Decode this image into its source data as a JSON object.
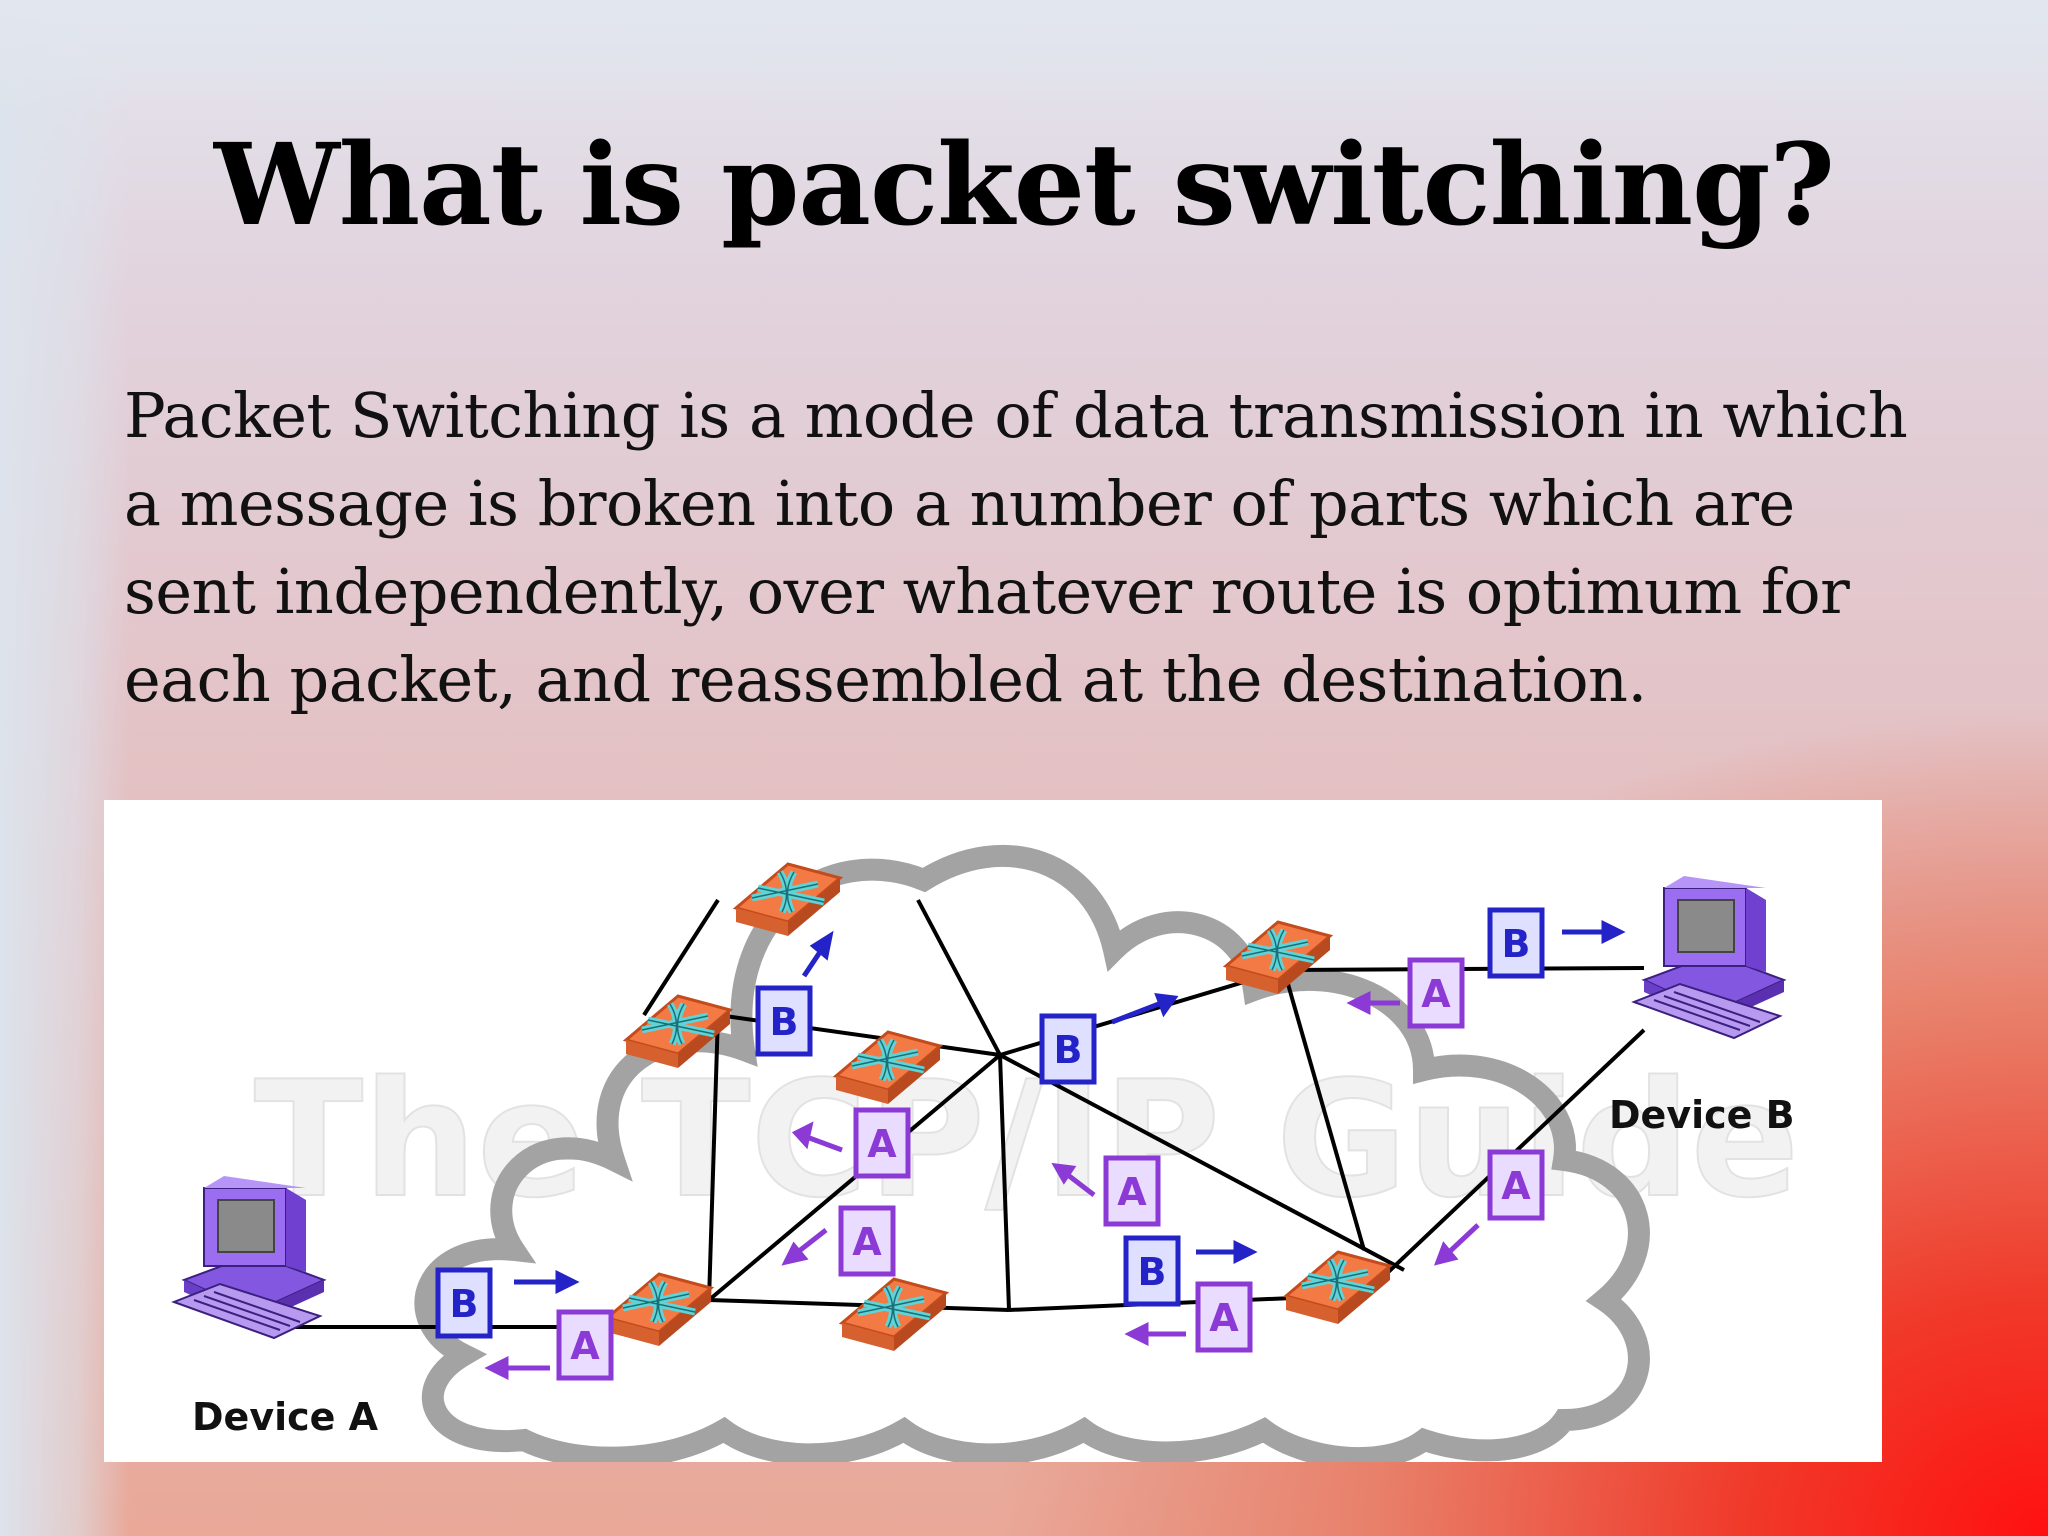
{
  "slide": {
    "title": "What is packet switching?",
    "body_lines": [
      "Packet Switching is a mode of data transmission in which",
      "a message is broken into a number of parts which are",
      "sent independently, over whatever route is optimum for",
      "each packet, and reassembled at the destination."
    ]
  },
  "diagram": {
    "watermark": "The TCP/IP Guide",
    "device_a_label": "Device A",
    "device_b_label": "Device B",
    "packet_a_label": "A",
    "packet_b_label": "B",
    "colors": {
      "router": "#f47a45",
      "router_arrows": "#5fd3d6",
      "cloud": "#a3a3a3",
      "packet_a": "#8c3ad6",
      "packet_b": "#2323c8",
      "computer": "#9b6df0"
    }
  }
}
